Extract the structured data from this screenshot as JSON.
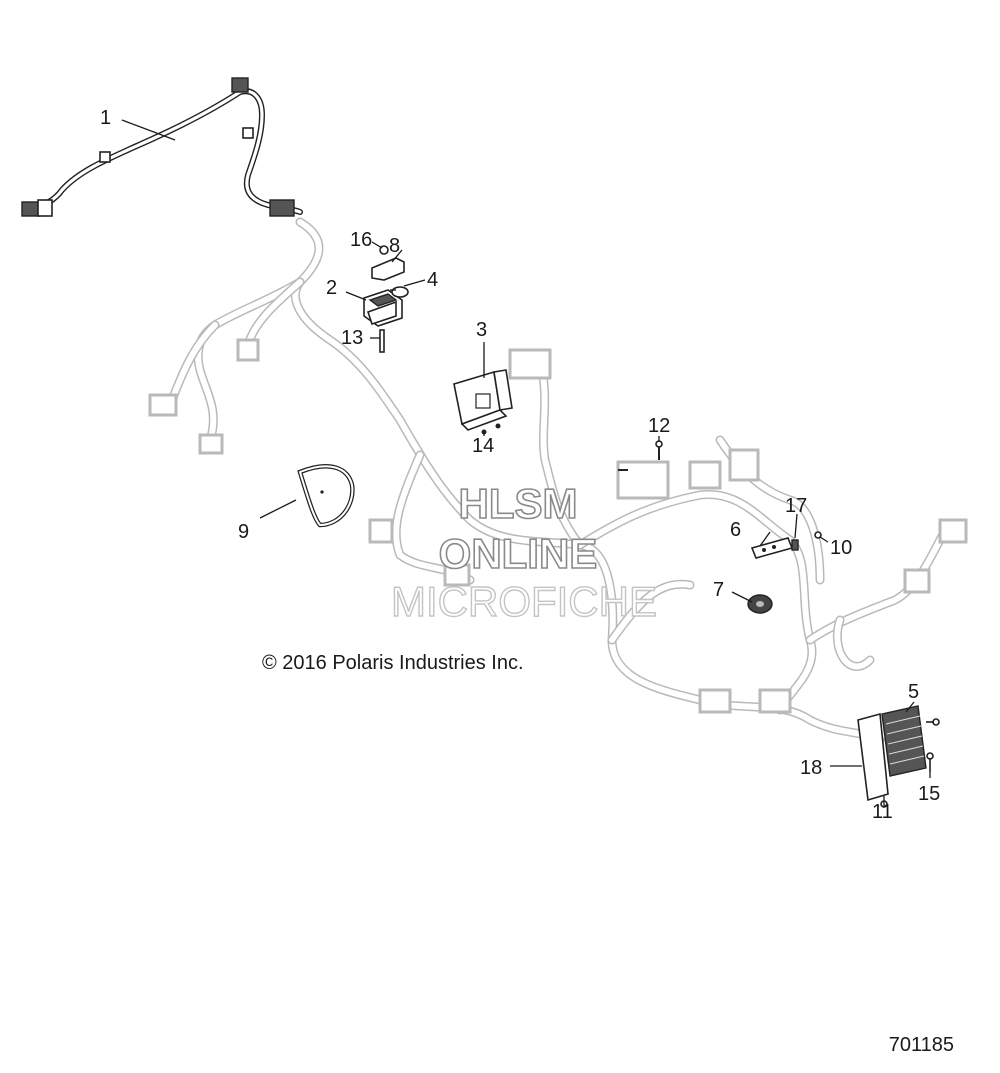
{
  "callouts": [
    "1",
    "2",
    "3",
    "4",
    "5",
    "6",
    "7",
    "8",
    "9",
    "10",
    "11",
    "12",
    "13",
    "14",
    "15",
    "16",
    "17",
    "18"
  ],
  "watermark": {
    "line1": "HLSM",
    "line2": "ONLINE",
    "line3": "MICROFICHE"
  },
  "copyright": "© 2016 Polaris Industries Inc.",
  "figure_number": "701185"
}
